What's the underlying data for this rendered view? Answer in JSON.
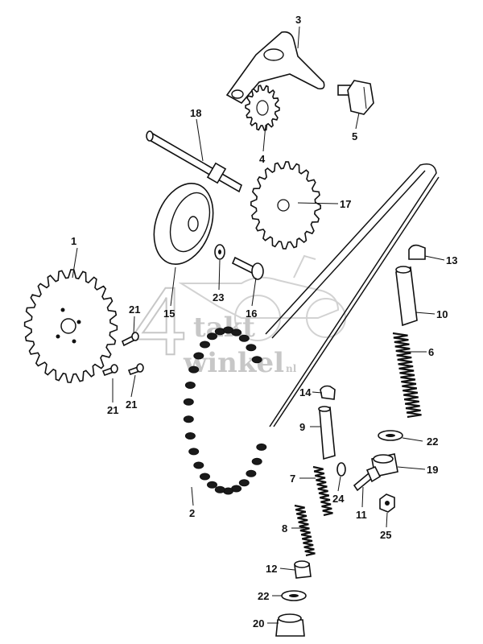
{
  "watermark": {
    "digit": "4",
    "word_top": "takt",
    "word_bottom": "winkel",
    "suffix": "nl"
  },
  "colors": {
    "ink": "#111111",
    "paper": "#ffffff",
    "watermark": "#c7c7c7"
  },
  "callouts": {
    "c1": "1",
    "c2": "2",
    "c3": "3",
    "c4": "4",
    "c5": "5",
    "c6": "6",
    "c7": "7",
    "c8": "8",
    "c9": "9",
    "c10": "10",
    "c11": "11",
    "c12": "12",
    "c13": "13",
    "c14": "14",
    "c15": "15",
    "c16": "16",
    "c17": "17",
    "c18": "18",
    "c19": "19",
    "c20": "20",
    "c21a": "21",
    "c21b": "21",
    "c21c": "21",
    "c22a": "22",
    "c22b": "22",
    "c23": "23",
    "c24": "24",
    "c25": "25"
  }
}
